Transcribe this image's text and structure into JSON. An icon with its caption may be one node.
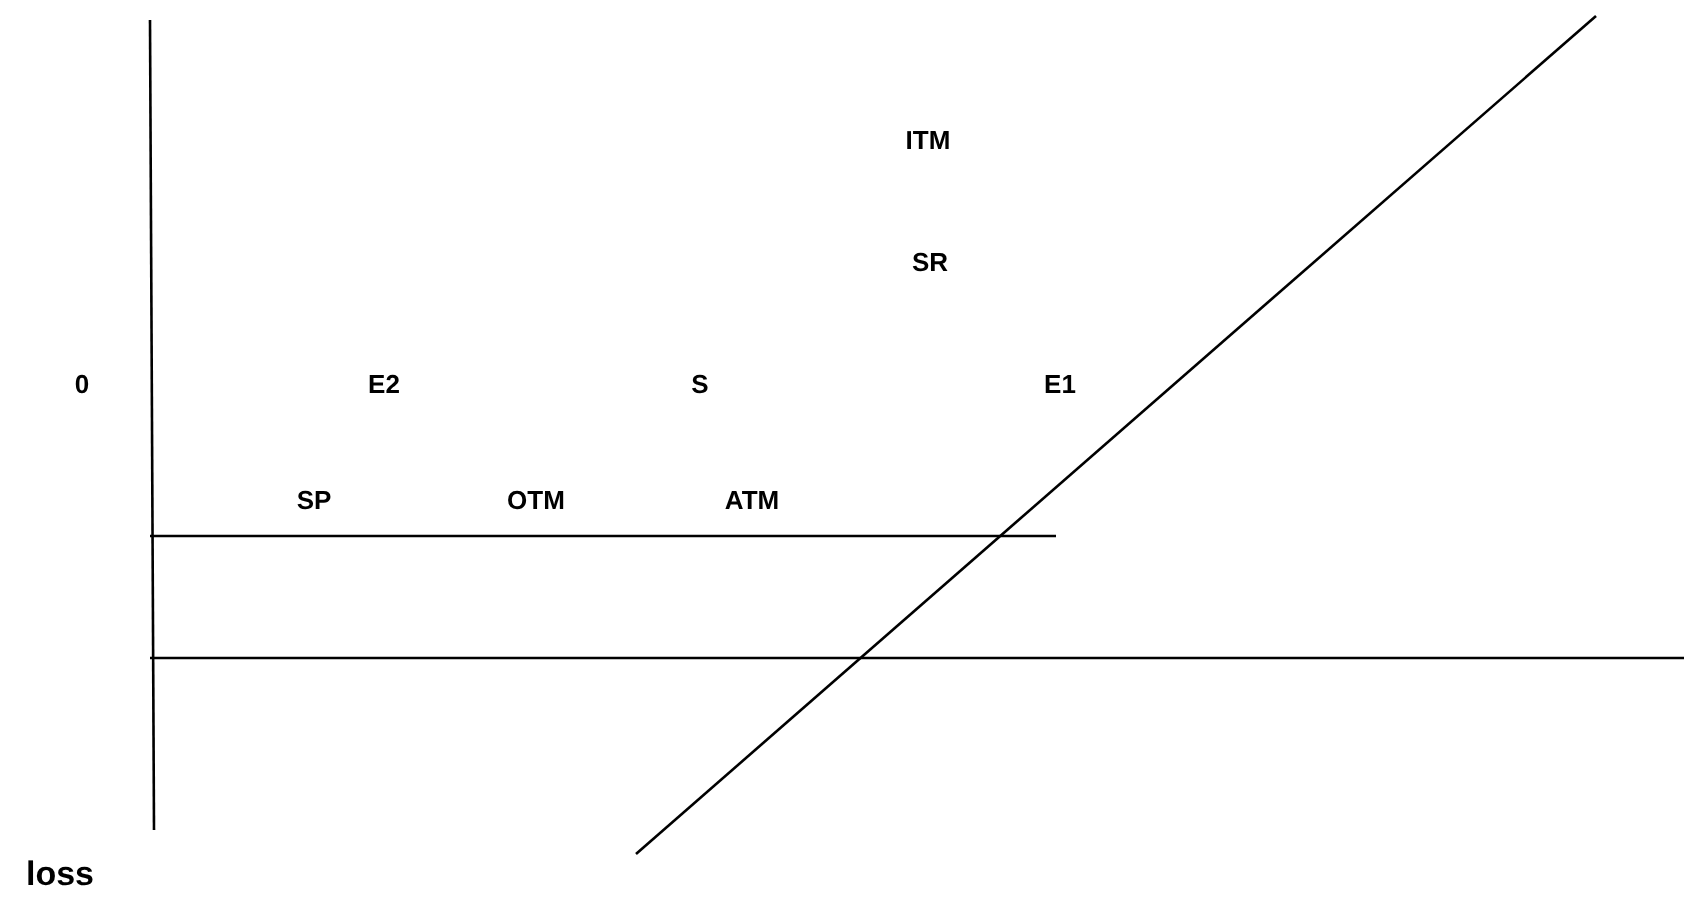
{
  "diagram": {
    "labels": [
      "ITM",
      "SR",
      "0",
      "E2",
      "S",
      "E1",
      "SP",
      "OTM",
      "ATM",
      "loss"
    ]
  }
}
